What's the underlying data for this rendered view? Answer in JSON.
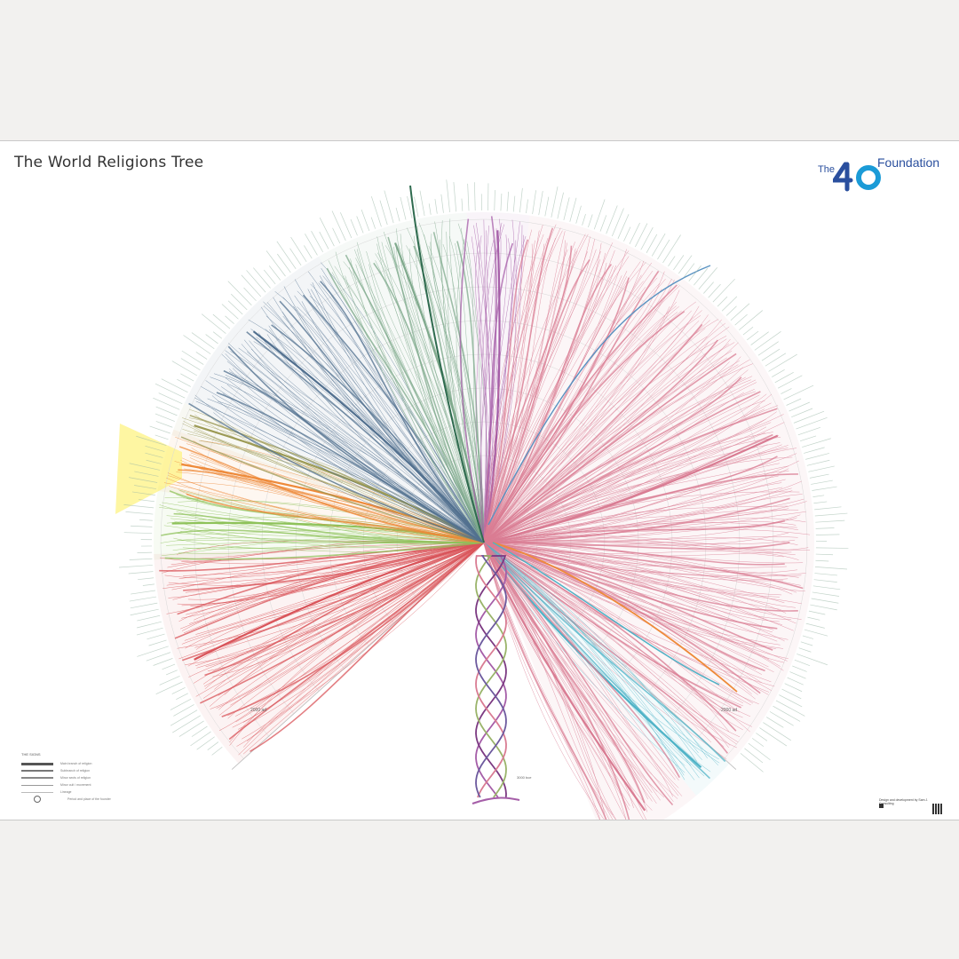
{
  "poster": {
    "title": "The World Religions Tree",
    "brand": {
      "the": "The",
      "number": "40",
      "foundation": "Foundation",
      "color": "#2a4f9e"
    }
  },
  "timeline": {
    "left_end": "2000 ad",
    "right_end": "2000 ad",
    "bottom": "3000 bce"
  },
  "colors": {
    "blue": "#52708f",
    "green": "#7fa98c",
    "purple": "#a55ea8",
    "pink": "#d97c93",
    "cyan": "#4fb3c7",
    "orange": "#ee8a3a",
    "yellow": "#fdf27a",
    "red": "#d9545a",
    "lightgreen": "#8ec25a",
    "olive": "#9c9a55",
    "darkgreen": "#2f6b4f"
  },
  "legend": {
    "title": "THE SIGNS",
    "items": [
      "Main branch of religion",
      "Subbranch of religion",
      "Minor sects of religion",
      "Minor cult / movement",
      "Lineage",
      "Period and place of the founder"
    ]
  },
  "credit": {
    "title": "Design and development by Sam J. Consulting"
  }
}
